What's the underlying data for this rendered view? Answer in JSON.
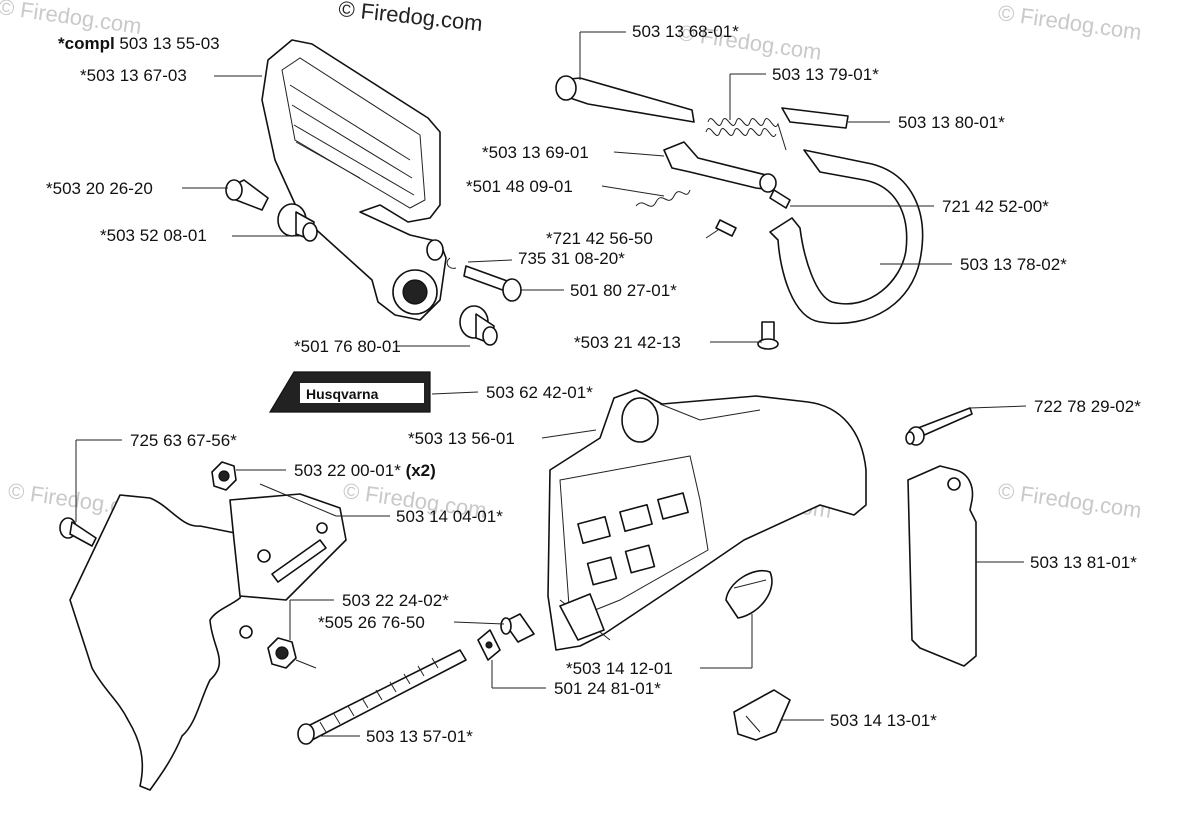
{
  "watermarks": {
    "copyright": "© Firedog.com",
    "faint": "© Firedog.com"
  },
  "logo": {
    "text": "Husqvarna"
  },
  "labels": {
    "compl_prefix": "*compl",
    "compl_number": "503 13 55-03",
    "p50313 6703": "*503 13 67-03",
    "p50320 2620": "*503 20 26-20",
    "p50352 0801": "*503 52 08-01",
    "p50176 8001": "*501 76 80-01",
    "p50313 6801": "503 13 68-01*",
    "p50313 7901": "503 13 79-01*",
    "p50313 8001": "503 13 80-01*",
    "p50313 6901": "*503 13 69-01",
    "p50148 0901": "*501 48 09-01",
    "p72142 5200": "721 42 52-00*",
    "p72142 5650": "*721 42 56-50",
    "p73531 0820": "735 31 08-20*",
    "p50313 7802": "503 13 78-02*",
    "p50180 2701": "501 80 27-01*",
    "p50321 4213": "*503 21 42-13",
    "p50362 4201": "503 62 42-01*",
    "p72278 2902": "722 78 29-02*",
    "p50313 5601": "*503 13 56-01",
    "p72563 6756": "725 63 67-56*",
    "p50322 0001": "503 22 00-01*",
    "x2": "(x2)",
    "p50314 0401": "503 14 04-01*",
    "p50313 8101": "503 13 81-01*",
    "p50322 2402": "503 22 24-02*",
    "p50526 7650": "*505 26 76-50",
    "p50314 1201": "*503 14 12-01",
    "p50124 8101": "501 24 81-01*",
    "p50313 5701": "503 13 57-01*",
    "p50314 1301": "503 14 13-01*"
  }
}
